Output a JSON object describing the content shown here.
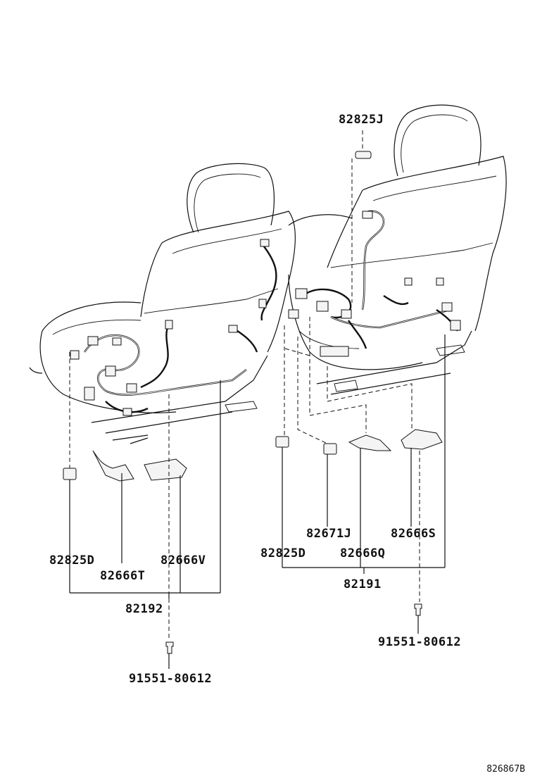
{
  "parts": {
    "p82825J": "82825J",
    "p82671J": "82671J",
    "p82666S": "82666S",
    "p82825D_right": "82825D",
    "p82666Q": "82666Q",
    "p82191": "82191",
    "p91551_right": "91551-80612",
    "p82825D_left": "82825D",
    "p82666V": "82666V",
    "p82666T": "82666T",
    "p82192": "82192",
    "p91551_left": "91551-80612"
  },
  "diagram_code": "826867B"
}
